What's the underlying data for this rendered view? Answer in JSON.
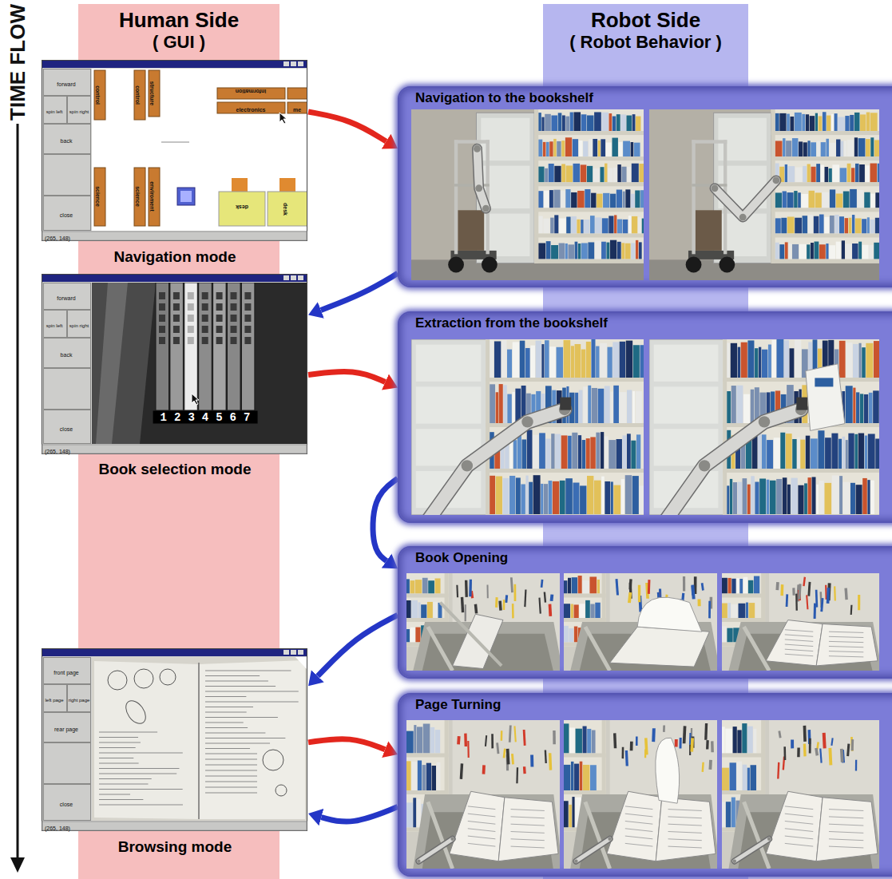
{
  "diagram": {
    "nodes": [
      {
        "text": [
          "Human Side",
          "( GUI )"
        ]
      },
      {
        "text": [
          "Robot Side",
          "( Robot Behavior )"
        ]
      },
      {
        "text": [
          "Navigation mode"
        ]
      },
      {
        "text": [
          "Navigation to the bookshelf"
        ]
      },
      {
        "text": [
          "Book selection mode"
        ]
      },
      {
        "text": [
          "Extraction from the bookshelf"
        ]
      },
      {
        "text": [
          "Book Opening"
        ]
      },
      {
        "text": [
          "Browsing mode"
        ]
      },
      {
        "text": [
          "Page Turning"
        ]
      }
    ],
    "edges": [
      {
        "from": 2,
        "to": 3,
        "arrow": "to"
      },
      {
        "from": 3,
        "to": 4,
        "arrow": "to"
      },
      {
        "from": 4,
        "to": 5,
        "arrow": "to"
      },
      {
        "from": 5,
        "to": 6,
        "arrow": "to"
      },
      {
        "from": 6,
        "to": 7,
        "arrow": "to"
      },
      {
        "from": 7,
        "to": 8,
        "arrow": "to"
      },
      {
        "from": 8,
        "to": 7,
        "arrow": "to"
      }
    ],
    "labels": [
      "TIME FLOW",
      "forward",
      "spin left",
      "spin right",
      "back",
      "close",
      "(265, 148)",
      "control",
      "control",
      "structure",
      "information",
      "electronics",
      "me",
      "science",
      "science",
      "enviroment",
      "desk",
      "desk",
      "forward",
      "spin left",
      "spin right",
      "back",
      "close",
      "(265, 148)",
      "1234567",
      "front page",
      "left page",
      "right page",
      "rear page",
      "close",
      "(265, 148)"
    ]
  }
}
